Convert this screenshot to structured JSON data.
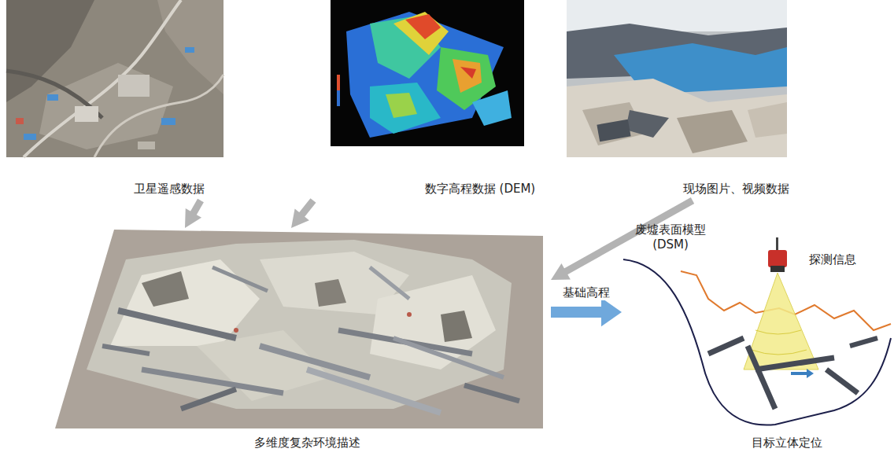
{
  "diagram": {
    "nodes": [
      {
        "text": [
          "卫星遥感数据"
        ]
      },
      {
        "text": [
          "数字高程数据 (DEM)"
        ]
      },
      {
        "text": [
          "现场图片、视频数据"
        ]
      },
      {
        "text": [
          "多维度复杂环境描述"
        ]
      },
      {
        "text": [
          "目标立体定位"
        ]
      }
    ],
    "edges": [
      {
        "from": 0,
        "to": 3,
        "arrow": "to"
      },
      {
        "from": 1,
        "to": 3,
        "arrow": "to"
      },
      {
        "from": 2,
        "to": 3,
        "arrow": "to"
      },
      {
        "from": 3,
        "to": 4,
        "label": "基础高程",
        "arrow": "to"
      }
    ],
    "labels": [
      "废墟表面模型 (DSM)",
      "探测信息"
    ]
  }
}
